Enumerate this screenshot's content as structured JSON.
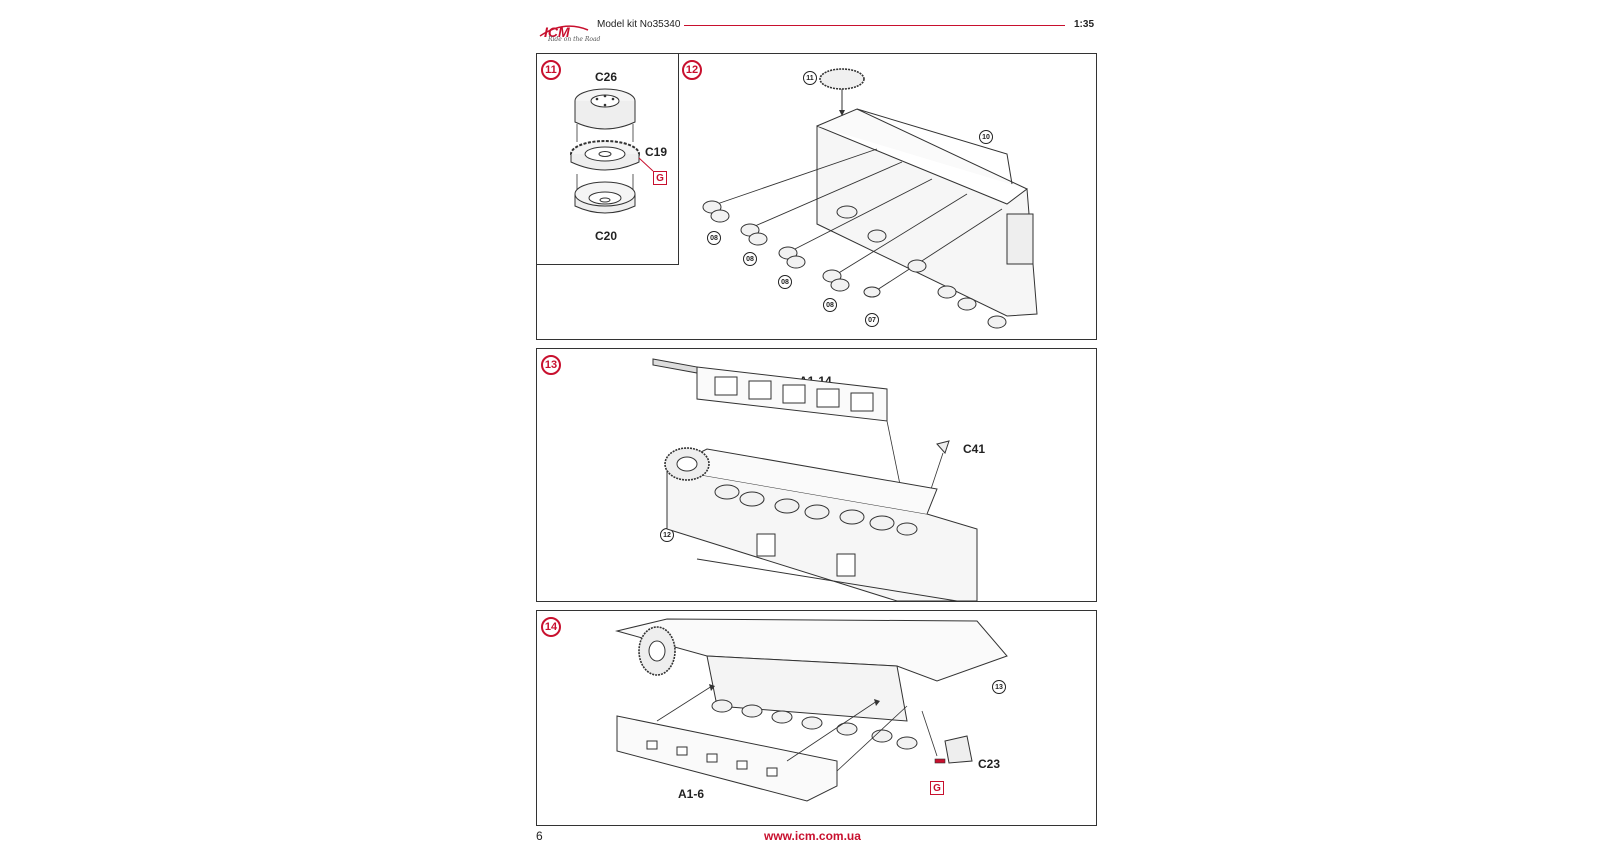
{
  "header": {
    "logo_text": "ICM",
    "logo_tagline": "Ride on the Road",
    "kit_title": "Model kit No35340",
    "scale": "1:35"
  },
  "steps": {
    "s11": {
      "number": "11",
      "parts": {
        "top": "C26",
        "middle": "C19",
        "bottom": "C20"
      },
      "paint": "G"
    },
    "s12": {
      "number": "12",
      "refs": {
        "wheel": "11",
        "hull": "10",
        "a1": "08",
        "a2": "08",
        "a3": "08",
        "a4": "08",
        "a5": "07"
      }
    },
    "s13": {
      "number": "13",
      "parts": {
        "fender": "A1-14",
        "light": "C41"
      },
      "refs": {
        "hull": "12"
      }
    },
    "s14": {
      "number": "14",
      "parts": {
        "side": "A1-6",
        "bracket": "C23"
      },
      "refs": {
        "hull": "13"
      },
      "paint": "G"
    }
  },
  "footer": {
    "page_number": "6",
    "url": "www.icm.com.ua"
  },
  "colors": {
    "accent": "#c8102e",
    "ink": "#222222"
  }
}
